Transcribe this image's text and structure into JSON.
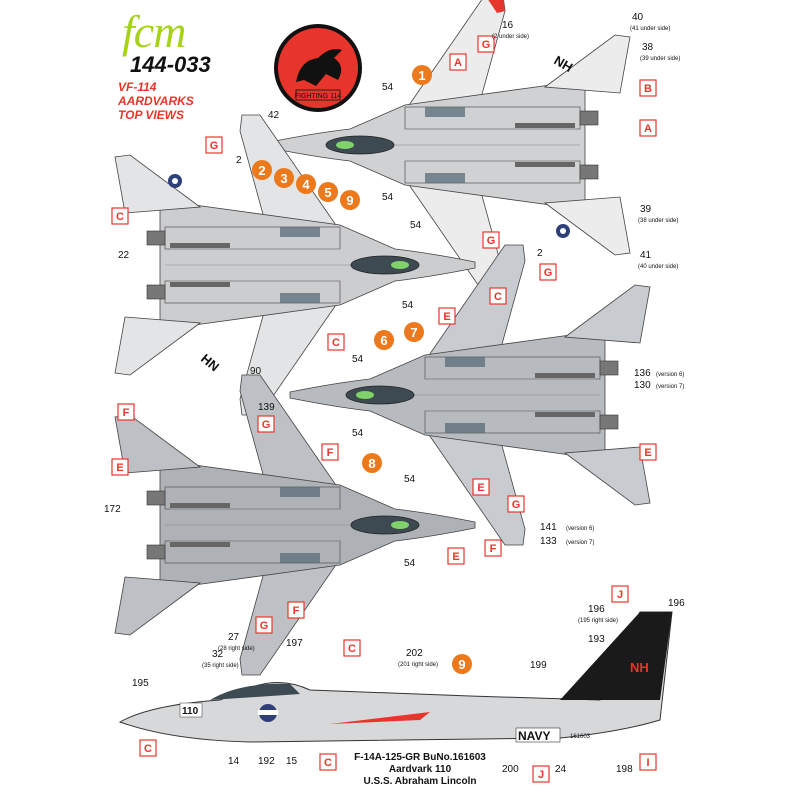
{
  "header": {
    "brand": "fcm",
    "catalog": "144-033",
    "title_lines": [
      "VF-114",
      "AARDVARKS",
      "TOP VIEWS"
    ],
    "emblem_text": "FIGHTING 114"
  },
  "profile_info": [
    "F-14A-125-GR  BuNo.161603",
    "Aardvark 110",
    "U.S.S. Abraham Lincoln"
  ],
  "colors": {
    "accent_red": "#e8352b",
    "orange": "#ec7a1c",
    "brand_green": "#a6d31a",
    "gull_gray": "#c8cbce",
    "light_gray": "#e6e7e8",
    "tail_black": "#1a1a1a"
  },
  "markings": {
    "tail_code_top": "NH",
    "tail_code_bottom": "HN",
    "modex": "110",
    "service": "NAVY",
    "serial": "161603"
  },
  "version_circles": [
    "1",
    "2",
    "3",
    "4",
    "5",
    "9",
    "6",
    "7",
    "8",
    "9"
  ],
  "letter_callouts": [
    "A",
    "B",
    "C",
    "E",
    "F",
    "G",
    "I",
    "J"
  ],
  "numbers": {
    "n16": "16",
    "n16s": "(2 under side)",
    "n40": "40",
    "n40s": "(41 under side)",
    "n38": "38",
    "n38s": "(39 under side)",
    "n42": "42",
    "n54": "54",
    "n2": "2",
    "n39": "39",
    "n39s": "(38 under side)",
    "n41": "41",
    "n41s": "(40 under side)",
    "n22": "22",
    "n90": "90",
    "n136": "136",
    "n136s": "(version 6)",
    "n130": "130",
    "n130s": "(version 7)",
    "n139": "139",
    "n172": "172",
    "n141": "141",
    "n141s": "(version 6)",
    "n133": "133",
    "n133s": "(version 7)",
    "n196": "196",
    "n196s": "(195 right side)",
    "n193": "193",
    "n199": "199",
    "n32": "32",
    "n32s": "(35 right side)",
    "n27": "27",
    "n27s": "(28 right side)",
    "n197": "197",
    "n202": "202",
    "n202s": "(201 right side)",
    "n195": "195",
    "n14": "14",
    "n192": "192",
    "n15": "15",
    "n200": "200",
    "n24": "24",
    "n198": "198"
  }
}
